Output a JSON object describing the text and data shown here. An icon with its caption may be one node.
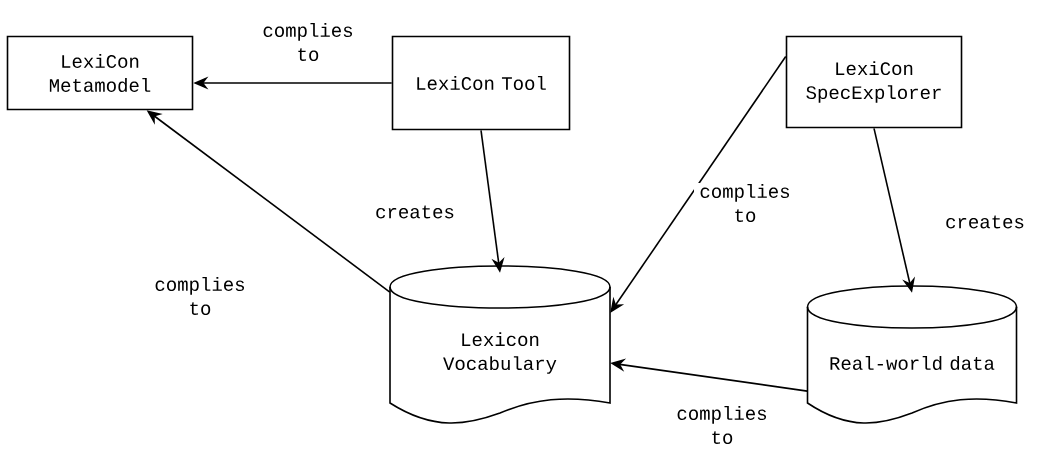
{
  "diagram": {
    "nodes": [
      {
        "text": [
          "LexiCon Metamodel"
        ]
      },
      {
        "text": [
          "LexiCon Tool"
        ]
      },
      {
        "text": [
          "LexiCon SpecExplorer"
        ]
      },
      {
        "text": [
          "Lexicon Vocabulary"
        ]
      },
      {
        "text": [
          "Real-world data"
        ]
      }
    ],
    "edges": [
      {
        "from": 1,
        "to": 0,
        "arrow": "to",
        "label": "complies to"
      },
      {
        "from": 1,
        "to": 3,
        "arrow": "to",
        "label": "creates"
      },
      {
        "from": 2,
        "to": 3,
        "arrow": "to",
        "label": "complies to"
      },
      {
        "from": 2,
        "to": 4,
        "arrow": "to",
        "label": "creates"
      },
      {
        "from": 3,
        "to": 0,
        "arrow": "to",
        "label": "complies to"
      },
      {
        "from": 4,
        "to": 3,
        "arrow": "to",
        "label": "complies to"
      }
    ]
  }
}
